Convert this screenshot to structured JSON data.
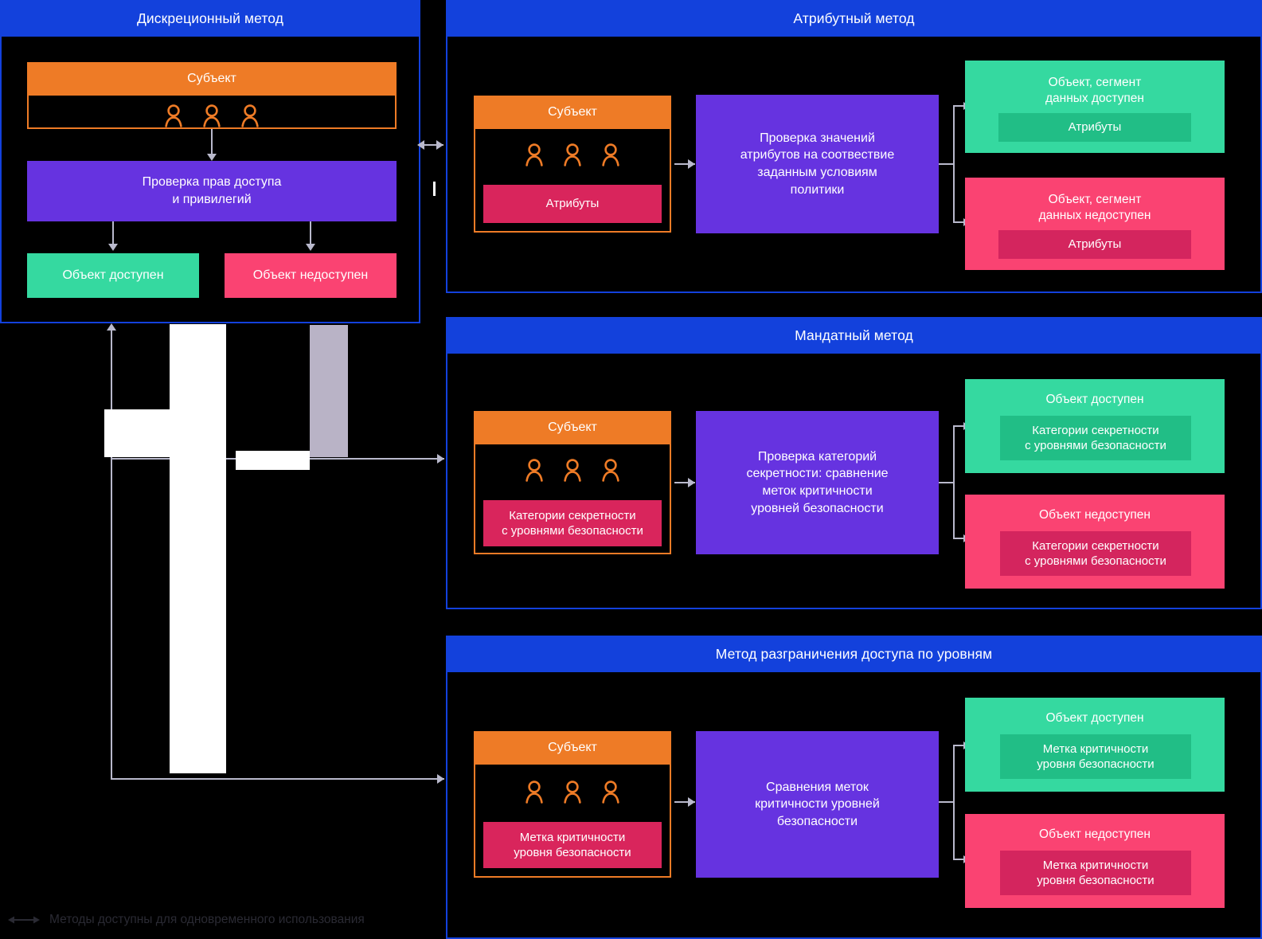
{
  "diagram": {
    "legend": {
      "icon": "double-arrow-horizontal-icon",
      "text": "Методы доступны для одновременного использования"
    },
    "colors": {
      "header_blue": "#1341DC",
      "subject_orange": "#EE7B26",
      "process_purple": "#6633E0",
      "allow_green": "#35D9A0",
      "allow_green_dark": "#21BE86",
      "deny_pink": "#FA4372",
      "deny_pink_dark": "#D4255E",
      "connector_grey": "#B9B9CC",
      "background": "#000000"
    },
    "panels": [
      {
        "id": "discretionary",
        "title": "Дискреционный метод",
        "subject": {
          "title": "Субъект",
          "people_count": 3,
          "chip": null
        },
        "process": "Проверка прав доступа\nи привилегий",
        "process_lines": [
          "Проверка прав доступа",
          "и привилегий"
        ],
        "results": [
          {
            "state": "allow",
            "title": "Объект доступен",
            "chip": null
          },
          {
            "state": "deny",
            "title": "Объект недоступен",
            "chip": null
          }
        ]
      },
      {
        "id": "attribute",
        "title": "Атрибутный метод",
        "subject": {
          "title": "Субъект",
          "people_count": 3,
          "chip": "Атрибуты"
        },
        "process": "Проверка значений атрибутов на соотвествие заданным условиям политики",
        "process_lines": [
          "Проверка значений",
          "атрибутов на соотвествие",
          "заданным условиям",
          "политики"
        ],
        "results": [
          {
            "state": "allow",
            "title_lines": [
              "Объект, сегмент",
              "данных доступен"
            ],
            "chip": "Атрибуты"
          },
          {
            "state": "deny",
            "title_lines": [
              "Объект, сегмент",
              "данных недоступен"
            ],
            "chip": "Атрибуты"
          }
        ]
      },
      {
        "id": "mandatory",
        "title": "Мандатный метод",
        "subject": {
          "title": "Субъект",
          "people_count": 3,
          "chip_lines": [
            "Категории секретности",
            "с уровнями безопасности"
          ]
        },
        "process": "Проверка категорий секретности: сравнение меток критичности уровней безопасности",
        "process_lines": [
          "Проверка категорий",
          "секретности: сравнение",
          "меток критичности",
          "уровней безопасности"
        ],
        "results": [
          {
            "state": "allow",
            "title_lines": [
              "Объект доступен"
            ],
            "chip_lines": [
              "Категории секретности",
              "с уровнями безопасности"
            ]
          },
          {
            "state": "deny",
            "title_lines": [
              "Объект недоступен"
            ],
            "chip_lines": [
              "Категории секретности",
              "с уровнями безопасности"
            ]
          }
        ]
      },
      {
        "id": "level-based",
        "title": "Метод разграничения доступа по уровням",
        "subject": {
          "title": "Субъект",
          "people_count": 3,
          "chip_lines": [
            "Метка критичности",
            "уровня безопасности"
          ]
        },
        "process": "Сравнения меток критичности уровней безопасности",
        "process_lines": [
          "Сравнения меток",
          "критичности уровней",
          "безопасности"
        ],
        "results": [
          {
            "state": "allow",
            "title_lines": [
              "Объект доступен"
            ],
            "chip_lines": [
              "Метка критичности",
              "уровня безопасности"
            ]
          },
          {
            "state": "deny",
            "title_lines": [
              "Объект недоступен"
            ],
            "chip_lines": [
              "Метка критичности",
              "уровня безопасности"
            ]
          }
        ]
      }
    ]
  }
}
